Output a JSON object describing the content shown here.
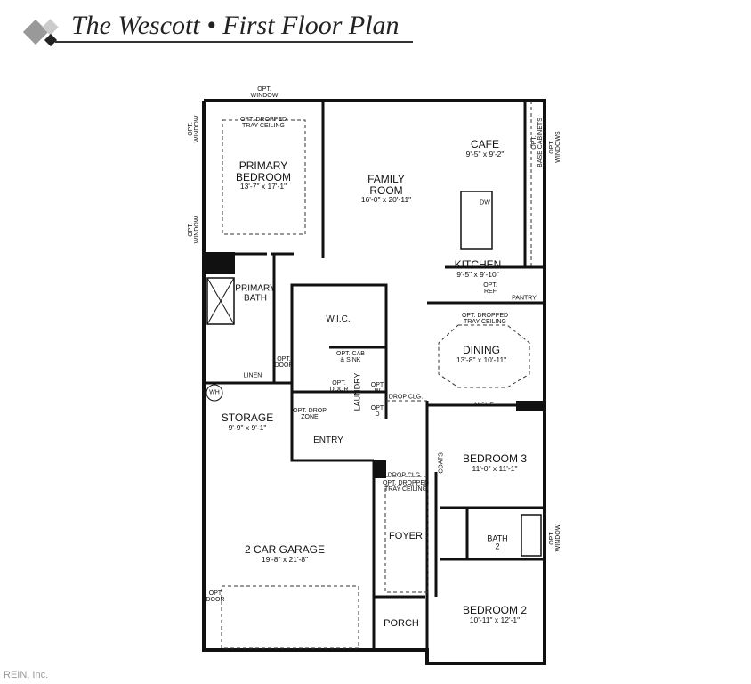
{
  "header": {
    "title": "The Wescott • First Floor Plan"
  },
  "rooms": {
    "primary_bedroom": {
      "name": "PRIMARY\nBEDROOM",
      "dim": "13'-7\" x 17'-1\""
    },
    "family_room": {
      "name": "FAMILY\nROOM",
      "dim": "16'-0\" x 20'-11\""
    },
    "cafe": {
      "name": "CAFE",
      "dim": "9'-5\" x 9'-2\""
    },
    "kitchen": {
      "name": "KITCHEN",
      "dim": "9'-5\" x 9'-10\""
    },
    "dining": {
      "name": "DINING",
      "dim": "13'-8\" x 10'-11\""
    },
    "primary_bath": {
      "name": "PRIMARY\nBATH"
    },
    "wic": {
      "name": "W.I.C."
    },
    "storage": {
      "name": "STORAGE",
      "dim": "9'-9\" x 9'-1\""
    },
    "entry": {
      "name": "ENTRY"
    },
    "laundry": {
      "name": "LAUNDRY"
    },
    "bedroom3": {
      "name": "BEDROOM 3",
      "dim": "11'-0\" x 11'-1\""
    },
    "foyer": {
      "name": "FOYER"
    },
    "bath2": {
      "name": "BATH\n2"
    },
    "garage": {
      "name": "2 CAR GARAGE",
      "dim": "19'-8\" x 21'-8\""
    },
    "porch": {
      "name": "PORCH"
    },
    "bedroom2": {
      "name": "BEDROOM 2",
      "dim": "10'-11\" x 12'-1\""
    }
  },
  "notes": {
    "opt_window": "OPT.\nWINDOW",
    "tray_ceiling": "OPT. DROPPED\nTRAY CEILING",
    "base_cabinets": "OPT.\nBASE CABINETS",
    "opt_windows": "OPT.\nWINDOWS",
    "dw": "DW",
    "opt_ref": "OPT.\nREF",
    "pantry": "PANTRY",
    "opt_door": "OPT.\nDOOR",
    "linen": "LINEN",
    "opt_cab_sink": "OPT. CAB\n& SINK",
    "wh": "WH",
    "opt_drop_zone": "OPT. DROP\nZONE",
    "drop_clg": "DROP CLG.",
    "niche": "NICHE",
    "opt_w": "OPT\nW",
    "opt_d": "OPT\nD",
    "coats": "COATS",
    "opt_door_garage": "OPT\nDOOR"
  },
  "credit": "REIN, Inc."
}
